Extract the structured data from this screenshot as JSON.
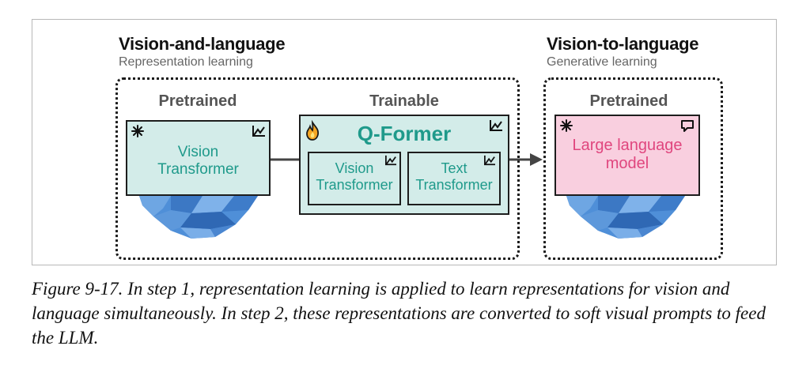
{
  "vision_and_language": {
    "title": "Vision-and-language",
    "subtitle": "Representation learning"
  },
  "vision_to_language": {
    "title": "Vision-to-language",
    "subtitle": "Generative learning"
  },
  "labels": {
    "pretrained_left": "Pretrained",
    "trainable": "Trainable",
    "pretrained_right": "Pretrained"
  },
  "vision_transformer_box": {
    "line1": "Vision",
    "line2": "Transformer"
  },
  "qformer": {
    "title": "Q-Former",
    "vision_line1": "Vision",
    "vision_line2": "Transformer",
    "text_line1": "Text",
    "text_line2": "Transformer"
  },
  "llm_box": {
    "line1": "Large language",
    "line2": "model"
  },
  "caption": "Figure 9-17. In step 1, representation learning is applied to learn representations for vision and language simultaneously. In step 2, these representations are converted to soft visual prompts to feed the LLM.",
  "colors": {
    "teal_fill": "#d3ece9",
    "teal_text": "#1f9a8b",
    "pink_fill": "#f9cfdf",
    "pink_text": "#e0467e",
    "ice": "#4f8fd8"
  },
  "icons": [
    "snowflake-icon",
    "fire-icon",
    "chart-icon",
    "chat-icon",
    "iceberg-icon"
  ]
}
